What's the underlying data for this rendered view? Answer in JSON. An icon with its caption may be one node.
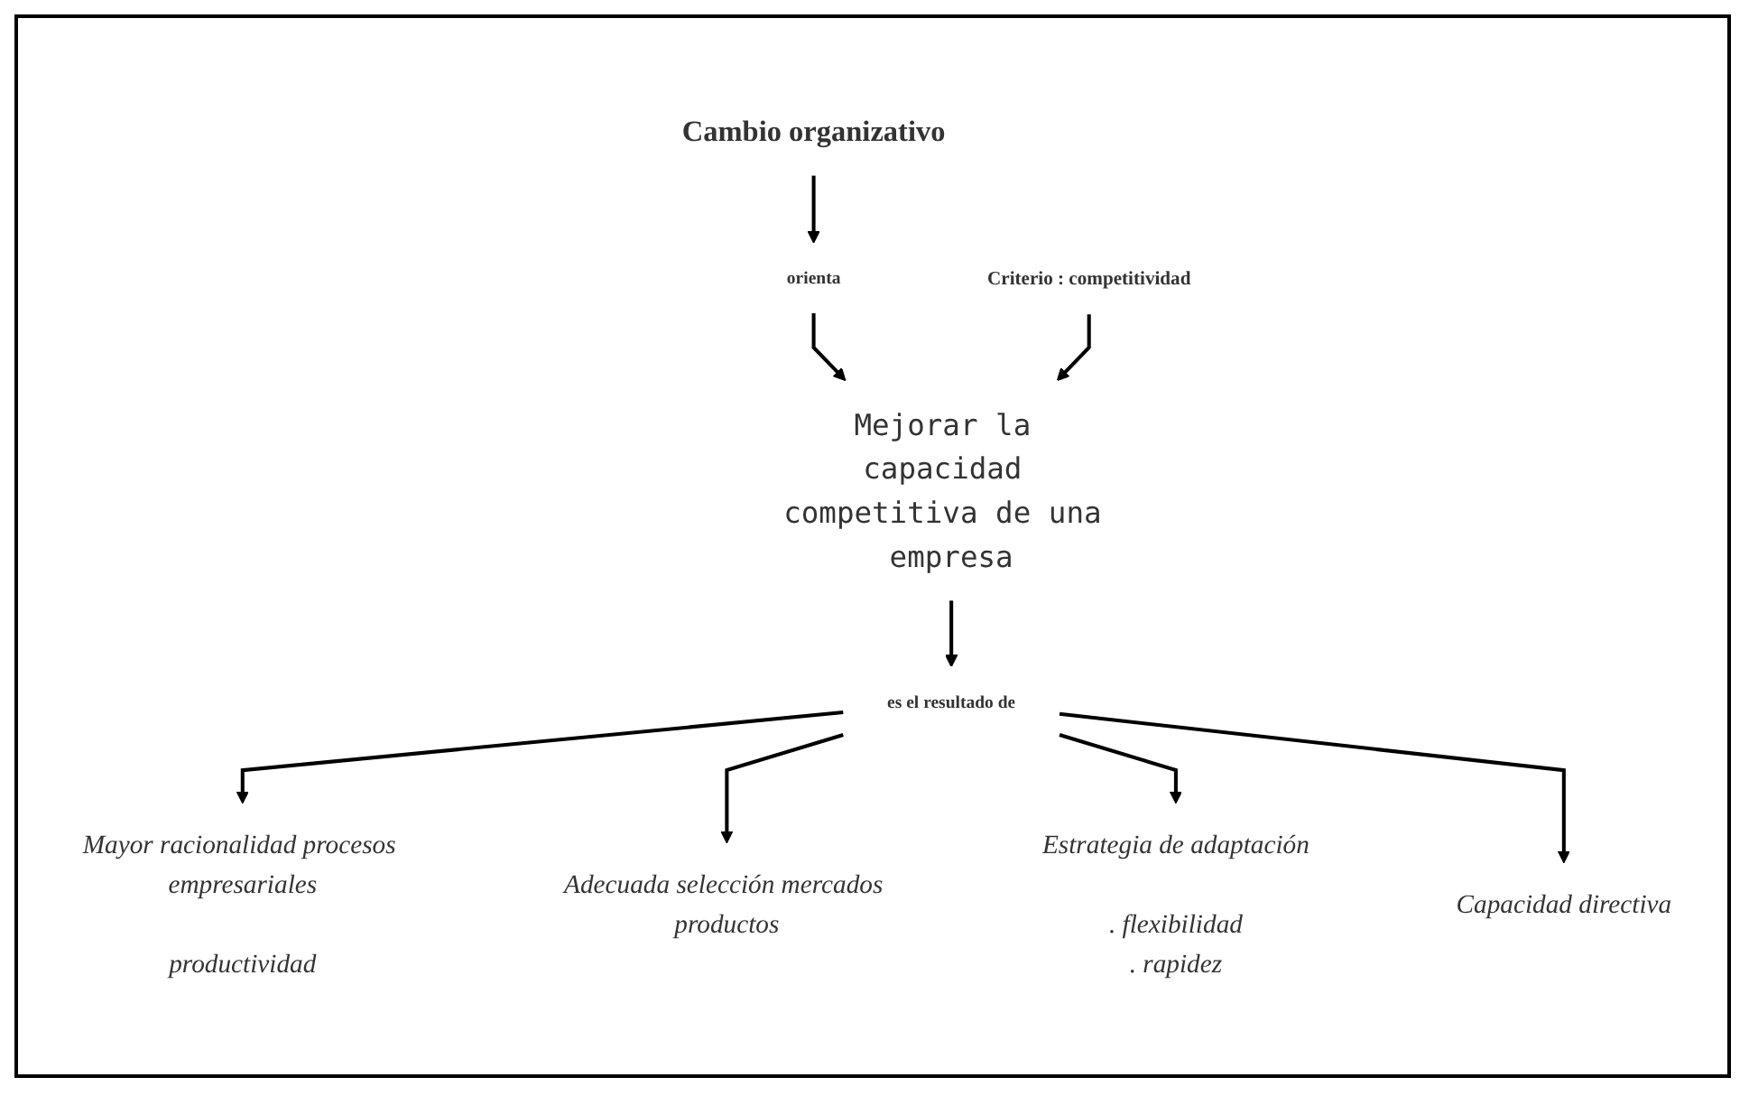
{
  "diagram": {
    "nodes": [
      {
        "text": [
          "Cambio organizativo"
        ]
      },
      {
        "text": [
          "orienta"
        ]
      },
      {
        "text": [
          "Criterio : competitividad"
        ]
      },
      {
        "text": [
          "Mejorar la capacidad competitiva de una empresa"
        ]
      },
      {
        "text": [
          "es el resultado de"
        ]
      },
      {
        "text": [
          "Mayor racionalidad procesos empresariales"
        ],
        "beside": [
          "productividad"
        ]
      },
      {
        "text": [
          "Adecuada selección mercados productos"
        ]
      },
      {
        "text": [
          "Estrategia de adaptación"
        ],
        "beside": [
          ". flexibilidad",
          ". rapidez"
        ]
      },
      {
        "text": [
          "Capacidad directiva"
        ]
      }
    ],
    "edges": [
      {
        "from": 0,
        "to": 1,
        "arrow": "to"
      },
      {
        "from": 1,
        "to": 3,
        "arrow": "to"
      },
      {
        "from": 2,
        "to": 3,
        "arrow": "to"
      },
      {
        "from": 3,
        "to": 4,
        "arrow": "to"
      },
      {
        "from": 4,
        "to": 5,
        "arrow": "to"
      },
      {
        "from": 4,
        "to": 6,
        "arrow": "to"
      },
      {
        "from": 4,
        "to": 7,
        "arrow": "to"
      },
      {
        "from": 4,
        "to": 8,
        "arrow": "to"
      }
    ]
  }
}
